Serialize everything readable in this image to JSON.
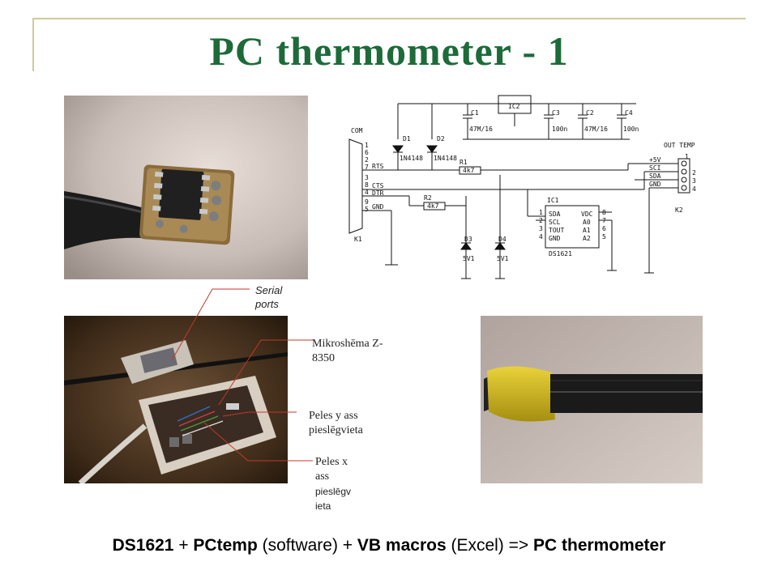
{
  "slide": {
    "title": "PC thermometer - 1",
    "bottom_line": [
      {
        "text": "DS1621",
        "bold": true
      },
      {
        "text": " + ",
        "bold": false
      },
      {
        "text": "PCtemp",
        "bold": true
      },
      {
        "text": " (software) + ",
        "bold": false
      },
      {
        "text": "VB macros",
        "bold": true
      },
      {
        "text": " (Excel) => ",
        "bold": false
      },
      {
        "text": "PC thermometer",
        "bold": true
      }
    ]
  },
  "callouts": {
    "serial_ports": "Serial ports",
    "chip": "Mikroshēma Z-8350",
    "y_axis": "Peles y ass pieslēgvieta",
    "x_axis_1": "Peles x",
    "x_axis_2": "ass",
    "x_axis_3": "pieslēgv",
    "x_axis_4": "ieta"
  },
  "schematic": {
    "com": "COM",
    "k1": "K1",
    "pins": [
      "1",
      "6",
      "2",
      "7",
      "3",
      "8",
      "4",
      "9",
      "5"
    ],
    "rts": "RTS",
    "cts": "CTS",
    "dtr": "DTR",
    "gnd": "GND",
    "d1": "D1",
    "d2": "D2",
    "d1_part": "1N4148",
    "d2_part": "1N4148",
    "r1": "R1",
    "r1_val": "4k7",
    "r2": "R2",
    "r2_val": "4k7",
    "c1": "C1",
    "c1_val": "47M/16",
    "c2": "C2",
    "c2_val": "47M/16",
    "c3": "C3",
    "c3_val": "100n",
    "c4": "C4",
    "c4_val": "100n",
    "ic2": "IC2",
    "ic1": "IC1",
    "ic1_part": "DS1621",
    "ic1_left": [
      "SDA",
      "SCL",
      "TOUT",
      "GND"
    ],
    "ic1_left_nums": [
      "1",
      "2",
      "3",
      "4"
    ],
    "ic1_right": [
      "VDC",
      "A0",
      "A1",
      "A2"
    ],
    "ic1_right_nums": [
      "8",
      "7",
      "6",
      "5"
    ],
    "d3": "D3",
    "d3_val": "5V1",
    "d4": "D4",
    "d4_val": "5V1",
    "out_temp": "OUT TEMP",
    "k2": "K2",
    "k2_labels": [
      "+5V",
      "SCI",
      "SDA",
      "GND"
    ],
    "k2_nums": [
      "1",
      "2",
      "3",
      "4"
    ]
  }
}
